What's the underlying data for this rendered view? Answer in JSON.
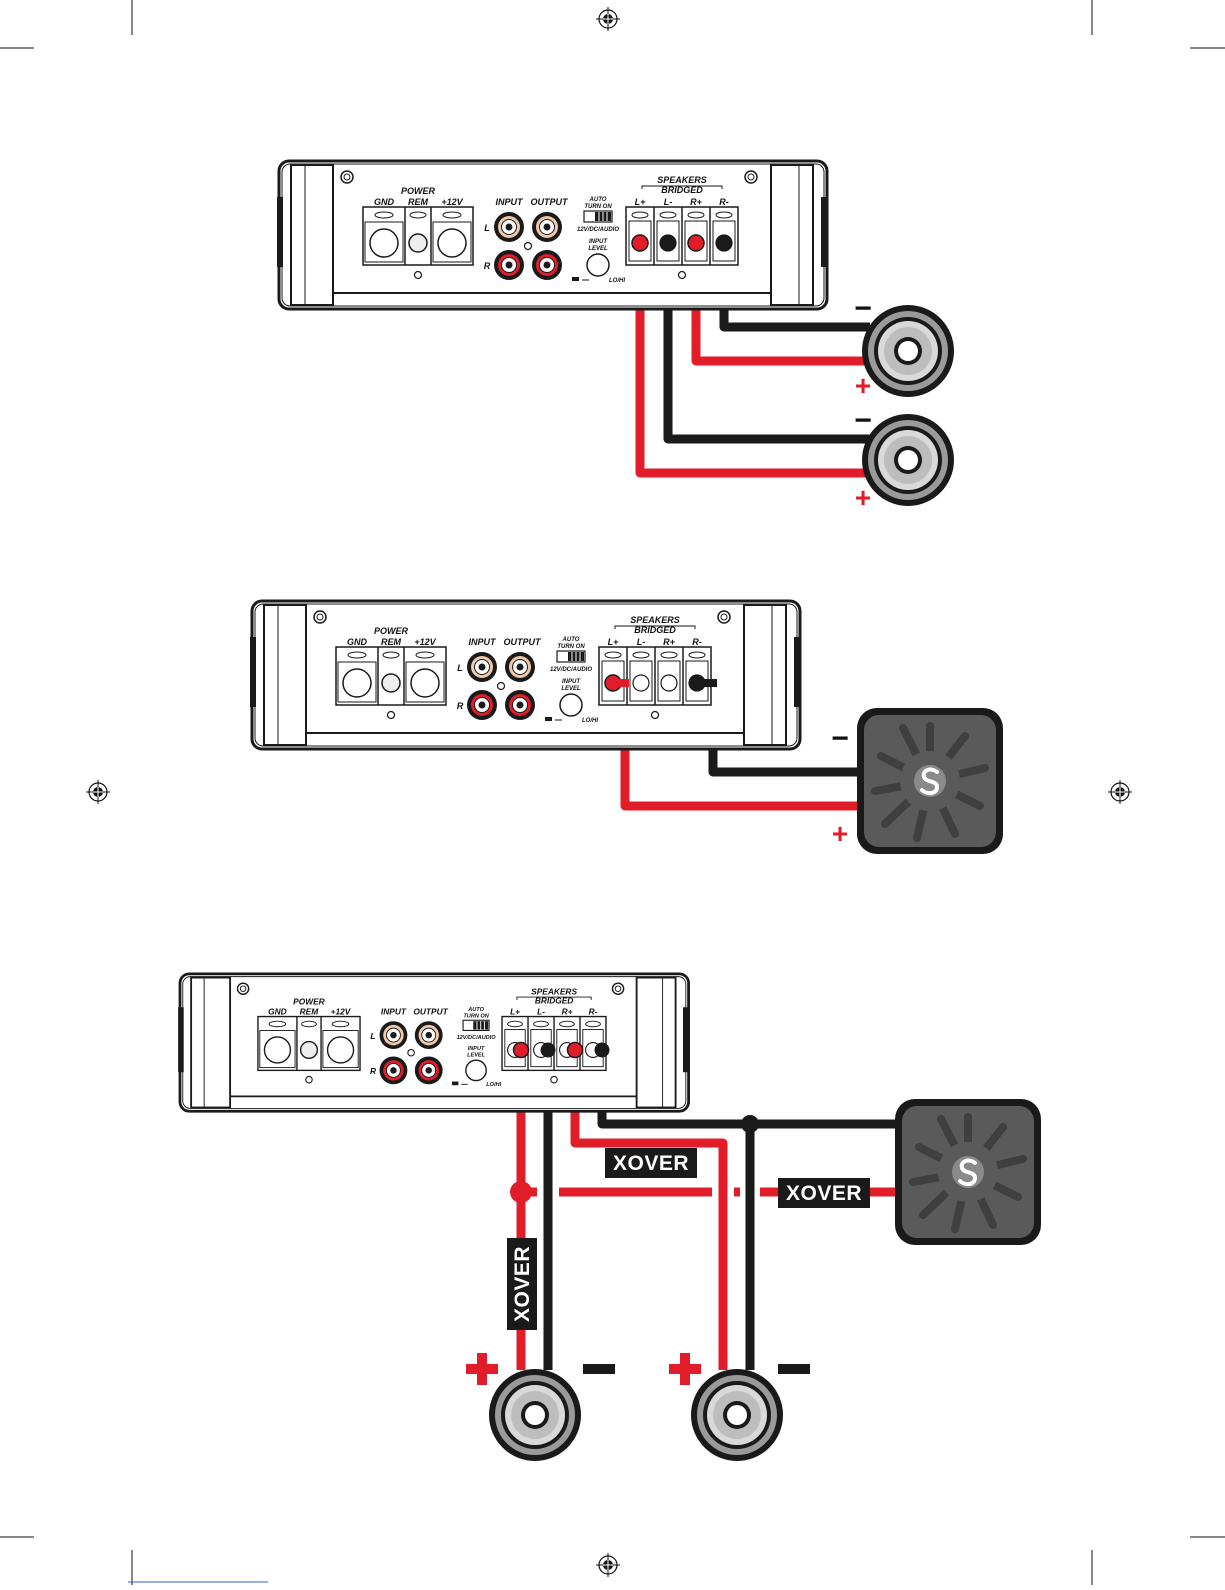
{
  "amp_labels": {
    "gnd": "GND",
    "power": "POWER",
    "rem": "REM",
    "v12": "+12V",
    "input": "INPUT",
    "output": "OUTPUT",
    "ch_l": "L",
    "ch_r": "R",
    "auto": "AUTO",
    "turn_on": "TURN ON",
    "switch_mode": "12V/DC/AUDIO",
    "input_level": "INPUT",
    "level": "LEVEL",
    "lo_hi": "LO/HI",
    "speakers": "SPEAKERS",
    "bridged": "BRIDGED",
    "lp": "L+",
    "lm": "L-",
    "rp": "R+",
    "rm": "R-"
  },
  "polarity": {
    "plus": "+",
    "minus": "−"
  },
  "xover_label": "XOVER",
  "colors": {
    "positive_wire": "#e11d2a",
    "negative_wire": "#1a1a1a",
    "subwoofer": "#5a5a5a",
    "speaker_ring": "#9a9a9a"
  },
  "icons": {
    "registration_mark": "registration-mark-icon",
    "subwoofer_logo": "s-logo-icon"
  },
  "diagrams": [
    {
      "id": "stereo-two-speakers"
    },
    {
      "id": "bridged-subwoofer"
    },
    {
      "id": "crossover-three-way"
    }
  ]
}
